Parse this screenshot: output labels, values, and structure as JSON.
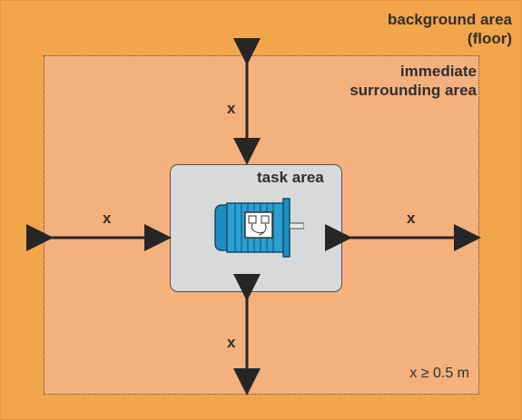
{
  "zones": {
    "background_line1": "background area",
    "background_line2": "(floor)",
    "surrounding_line1": "immediate",
    "surrounding_line2": "surrounding area",
    "task": "task area"
  },
  "distances": {
    "top": "x",
    "bottom": "x",
    "left": "x",
    "right": "x",
    "rule": "x ≥ 0.5 m"
  },
  "colors": {
    "background_area": "#f2a54a",
    "surrounding_area": "#f4b07d",
    "task_area": "#d7d9da",
    "arrow": "#262626",
    "motor": "#1f8dc0"
  },
  "icons": {
    "motor": "electric-motor-icon",
    "arrows": "double-headed-arrow-icon"
  }
}
